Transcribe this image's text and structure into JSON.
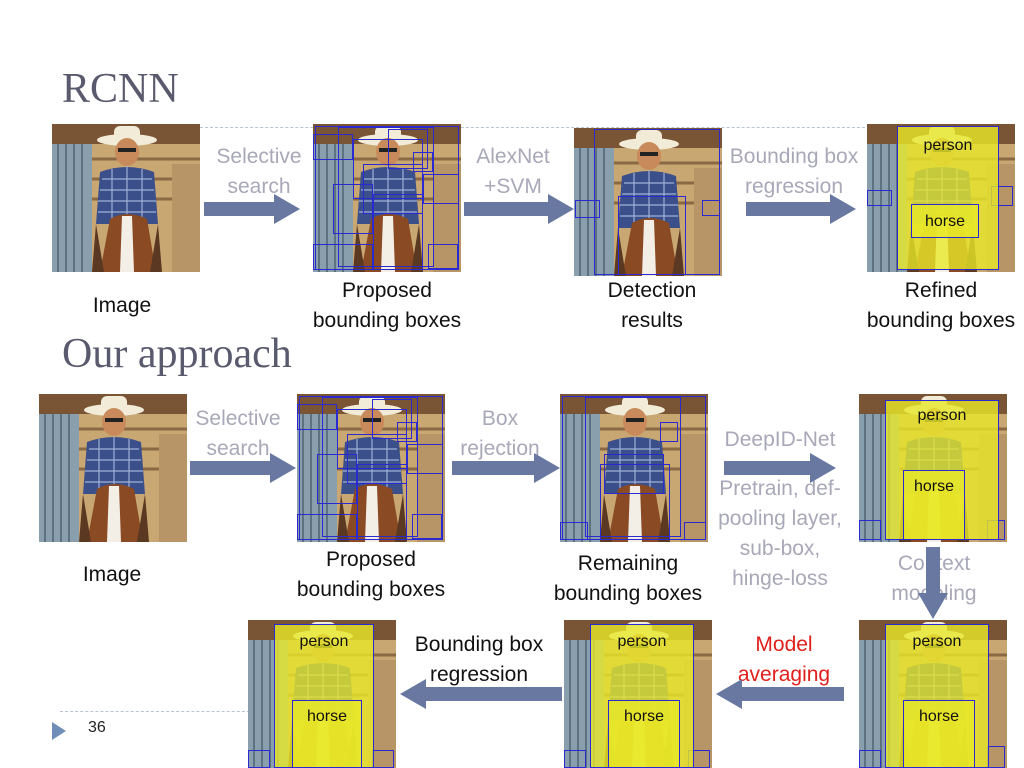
{
  "titles": {
    "rcnn": "RCNN",
    "ours": "Our approach"
  },
  "rcnn": {
    "captions": {
      "image": "Image",
      "proposed": "Proposed\nbounding boxes",
      "detection": "Detection\nresults",
      "refined": "Refined\nbounding boxes"
    },
    "steps": {
      "selective": "Selective\nsearch",
      "alexnet": "AlexNet\n+SVM",
      "bbox_regression": "Bounding box\nregression"
    },
    "detections": {
      "person": "person",
      "horse": "horse"
    }
  },
  "ours": {
    "captions": {
      "image": "Image",
      "proposed": "Proposed\nbounding boxes",
      "remaining": "Remaining\nbounding boxes"
    },
    "steps": {
      "selective": "Selective\nsearch",
      "box_rejection": "Box\nrejection",
      "deepid": "DeepID-Net",
      "deepid_detail": "Pretrain, def-\npooling layer,\nsub-box,\nhinge-loss",
      "context": "Context\nmodeling",
      "model_averaging": "Model\naveraging",
      "bbox_regression": "Bounding box\nregression"
    },
    "detections": {
      "person": "person",
      "horse": "horse"
    }
  },
  "footer": {
    "page_number": "36"
  },
  "colors": {
    "accent_box": "#2a2ad0",
    "highlight_step": "#e0201c",
    "grey_text": "#a8a8b8",
    "arrow": "#6878a0"
  }
}
